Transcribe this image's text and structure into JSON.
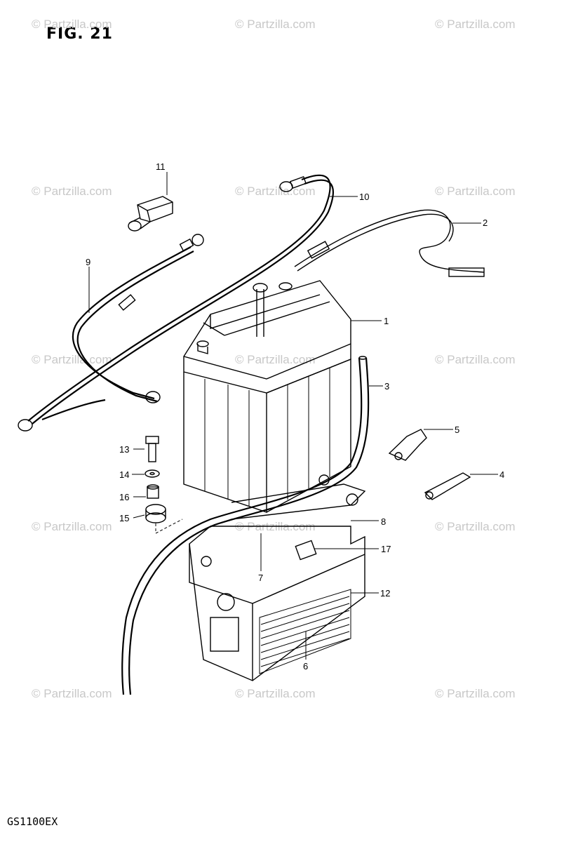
{
  "figure": {
    "title": "FIG. 21",
    "model_code": "GS1100EX"
  },
  "watermark": "© Partzilla.com",
  "callouts": [
    {
      "id": "1",
      "label": "1"
    },
    {
      "id": "2",
      "label": "2"
    },
    {
      "id": "3",
      "label": "3"
    },
    {
      "id": "4",
      "label": "4"
    },
    {
      "id": "5",
      "label": "5"
    },
    {
      "id": "6",
      "label": "6"
    },
    {
      "id": "7",
      "label": "7"
    },
    {
      "id": "8",
      "label": "8"
    },
    {
      "id": "9",
      "label": "9"
    },
    {
      "id": "10",
      "label": "10"
    },
    {
      "id": "11",
      "label": "11"
    },
    {
      "id": "12",
      "label": "12"
    },
    {
      "id": "13",
      "label": "13"
    },
    {
      "id": "14",
      "label": "14"
    },
    {
      "id": "15",
      "label": "15"
    },
    {
      "id": "16",
      "label": "16"
    },
    {
      "id": "17",
      "label": "17"
    }
  ]
}
